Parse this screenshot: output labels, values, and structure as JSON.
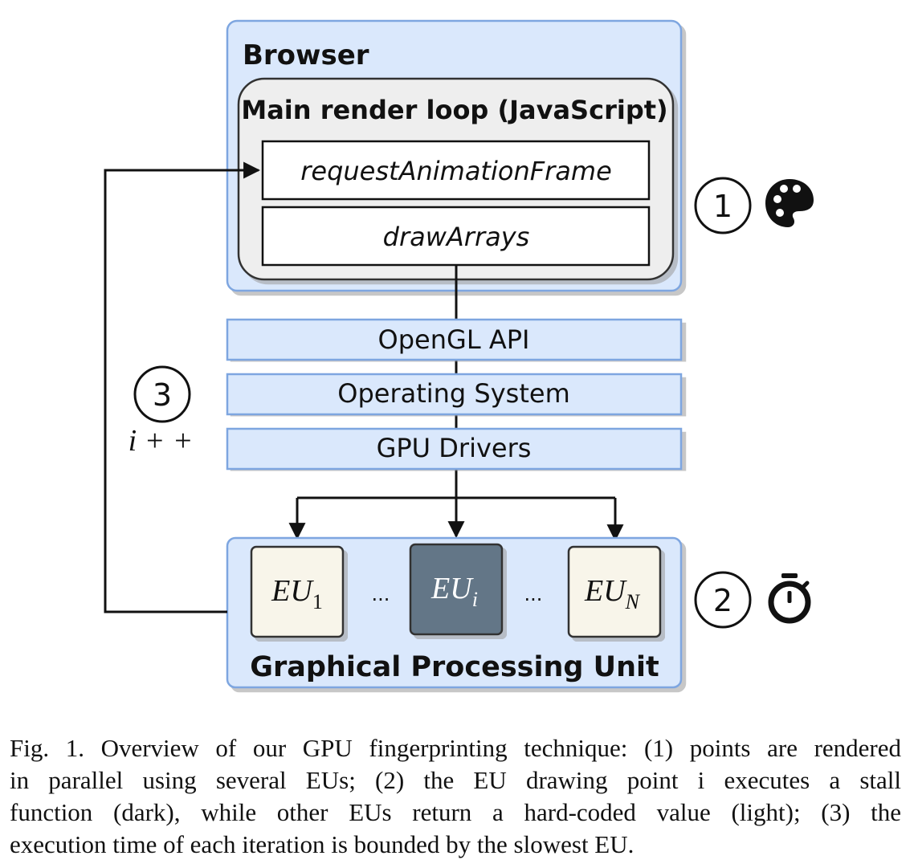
{
  "browser": {
    "title": "Browser"
  },
  "render_loop": {
    "title": "Main render loop (JavaScript)",
    "steps": [
      "requestAnimationFrame",
      "drawArrays"
    ]
  },
  "layers": [
    "OpenGL API",
    "Operating System",
    "GPU Drivers"
  ],
  "gpu": {
    "title": "Graphical Processing Unit",
    "units": [
      {
        "base": "EU",
        "sub": "1",
        "state": "light"
      },
      {
        "base": "EU",
        "sub": "i",
        "state": "dark"
      },
      {
        "base": "EU",
        "sub": "N",
        "state": "light"
      }
    ],
    "ellipsis": "..."
  },
  "markers": [
    {
      "number": "1",
      "icon": "palette-icon"
    },
    {
      "number": "2",
      "icon": "stopwatch-icon"
    },
    {
      "number": "3",
      "label": "i + +"
    }
  ],
  "colors": {
    "panel_fill": "#dae8fc",
    "panel_stroke": "#7ea6e0",
    "loop_fill": "#eeeeee",
    "eu_light": "#f8f5ea",
    "eu_dark": "#647687"
  },
  "caption": {
    "lines": [
      "Fig. 1.   Overview of our GPU fingerprinting technique: (1) points are rendered",
      "in parallel using several EUs; (2) the EU drawing point i executes a stall",
      "function (dark), while other EUs return a hard-coded value (light); (3) the",
      "execution time of each iteration is bounded by the slowest EU."
    ]
  }
}
